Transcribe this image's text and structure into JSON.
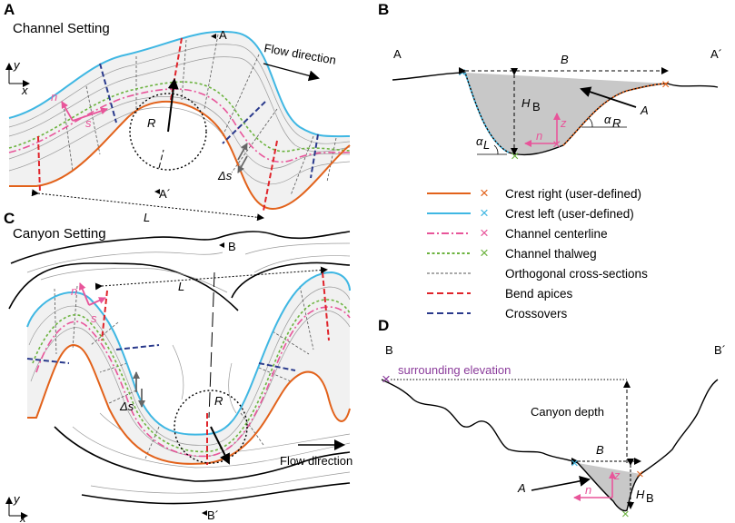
{
  "panels": {
    "A": {
      "letter": "A",
      "title": "Channel Setting",
      "axis_y": "y",
      "axis_x": "x",
      "section_start": "A",
      "section_end": "A´",
      "flow": "Flow direction",
      "n": "n",
      "s": "s",
      "R": "R",
      "L": "L",
      "ds": "Δs"
    },
    "B": {
      "letter": "B",
      "left": "A",
      "right": "A´",
      "width": "B",
      "depth": "H",
      "depth_sub": "B",
      "area": "A",
      "z": "z",
      "n": "n",
      "alpha": "α",
      "alpha_L": "L",
      "alpha_R": "R"
    },
    "C": {
      "letter": "C",
      "title": "Canyon Setting",
      "axis_y": "y",
      "axis_x": "x",
      "section_start": "B",
      "section_end": "B´",
      "flow": "Flow direction",
      "n": "n",
      "s": "s",
      "R": "R",
      "L": "L",
      "ds": "Δs"
    },
    "D": {
      "letter": "D",
      "left": "B",
      "right": "B´",
      "surrounding": "surrounding elevation",
      "canyon_depth": "Canyon depth",
      "width": "B",
      "area": "A",
      "z": "z",
      "n": "n",
      "depth": "H",
      "depth_sub": "B"
    }
  },
  "legend": [
    {
      "label": "Crest right (user-defined)",
      "color": "#e2621b",
      "style": "solid",
      "marker": "×"
    },
    {
      "label": "Crest left (user-defined)",
      "color": "#3fb7e3",
      "style": "solid",
      "marker": "×"
    },
    {
      "label": "Channel centerline",
      "color": "#e8559a",
      "style": "dashdot",
      "marker": "×"
    },
    {
      "label": "Channel thalweg",
      "color": "#6cb33f",
      "style": "dotted",
      "marker": "×"
    },
    {
      "label": "Orthogonal cross-sections",
      "color": "#555555",
      "style": "dashed-fine",
      "marker": ""
    },
    {
      "label": "Bend apices",
      "color": "#e0242b",
      "style": "dashed",
      "marker": ""
    },
    {
      "label": "Crossovers",
      "color": "#2a3a8c",
      "style": "dashed",
      "marker": ""
    }
  ]
}
